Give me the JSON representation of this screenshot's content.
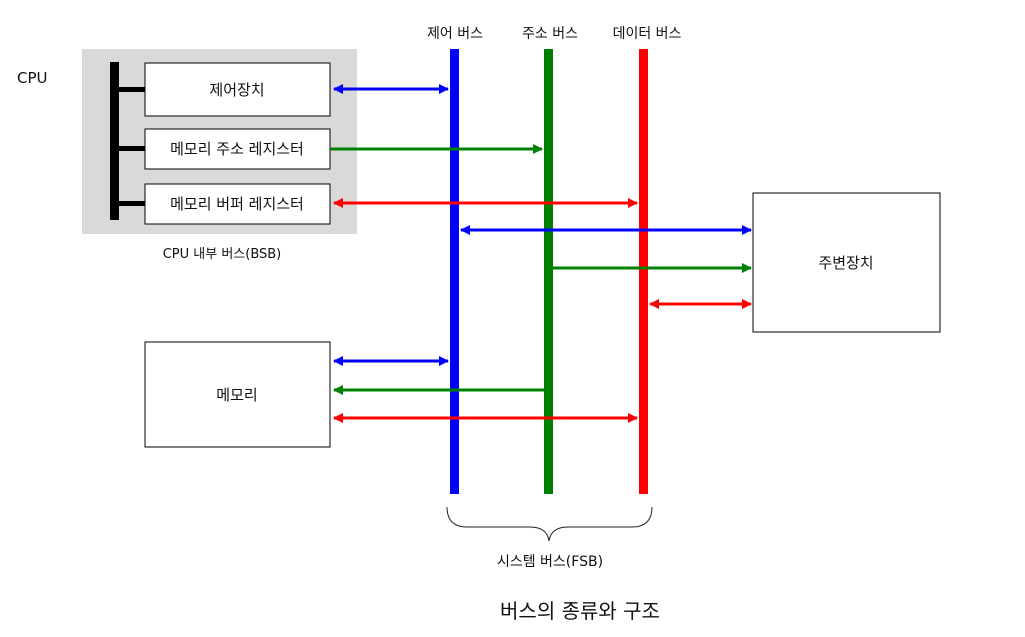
{
  "labels": {
    "cpu": "CPU",
    "cpu_internal_bus": "CPU 내부 버스(BSB)",
    "control_bus": "제어 버스",
    "address_bus": "주소 버스",
    "data_bus": "데이터 버스",
    "system_bus": "시스템 버스(FSB)",
    "caption": "버스의 종류와 구조"
  },
  "boxes": {
    "control_unit": "제어장치",
    "mar": "메모리 주소 레지스터",
    "mbr": "메모리 버퍼 레지스터",
    "peripheral": "주변장치",
    "memory": "메모리"
  },
  "colors": {
    "control_bus": "#0000ff",
    "address_bus": "#008000",
    "data_bus": "#ff0000",
    "cpu_panel": "#d9d9d9",
    "internal_bus": "#000000"
  }
}
